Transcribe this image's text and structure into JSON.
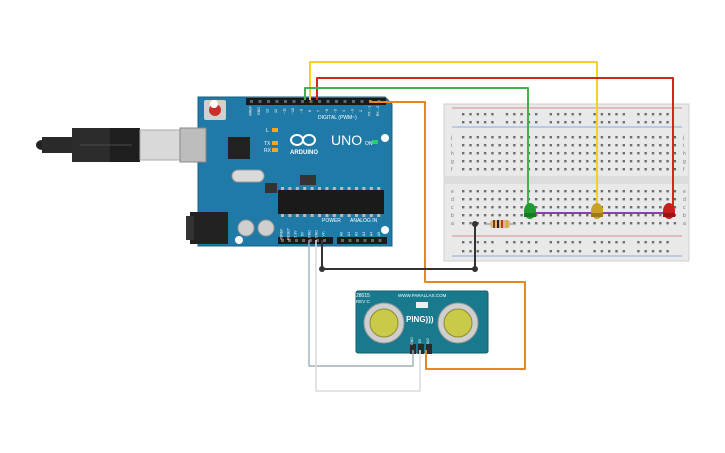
{
  "arduino": {
    "brand": "ARDUINO",
    "model": "UNO",
    "digital_header": "DIGITAL (PWM~)",
    "analog_header": "ANALOG IN",
    "power_header": "POWER",
    "on_label": "ON",
    "pin_labels_digital": [
      "AREF",
      "GND",
      "13",
      "12",
      "~11",
      "~10",
      "~9",
      "8",
      "7",
      "~6",
      "~5",
      "4",
      "~3",
      "2",
      "TX→1",
      "RX←0"
    ],
    "pin_labels_power": [
      "IOREF",
      "RESET",
      "3.3V",
      "5V",
      "GND",
      "GND",
      "Vin"
    ],
    "pin_labels_analog": [
      "A0",
      "A1",
      "A2",
      "A3",
      "A4",
      "A5"
    ],
    "led_labels": [
      "L",
      "TX",
      "RX"
    ]
  },
  "sensor": {
    "part_no": "28015",
    "revision": "REV C",
    "website": "WWW.PARALLAX.COM",
    "name": "PING)))",
    "pin_labels": [
      "GND",
      "5V",
      "SIG"
    ]
  },
  "breadboard": {
    "row_letters_top": [
      "j",
      "i",
      "h",
      "g",
      "f"
    ],
    "row_letters_bottom": [
      "e",
      "d",
      "c",
      "b",
      "a"
    ],
    "columns": 30
  },
  "leds": [
    {
      "color": "green",
      "hex": "#1f9a2e"
    },
    {
      "color": "yellow",
      "hex": "#c8a02a"
    },
    {
      "color": "red",
      "hex": "#c81e1e"
    }
  ],
  "wire_colors": {
    "yellow": "#f2d21b",
    "red": "#d4261d",
    "green": "#43b04a",
    "orange": "#e8871e",
    "black": "#333333",
    "white": "#dcdcdc",
    "purple": "#8a3fb8"
  }
}
